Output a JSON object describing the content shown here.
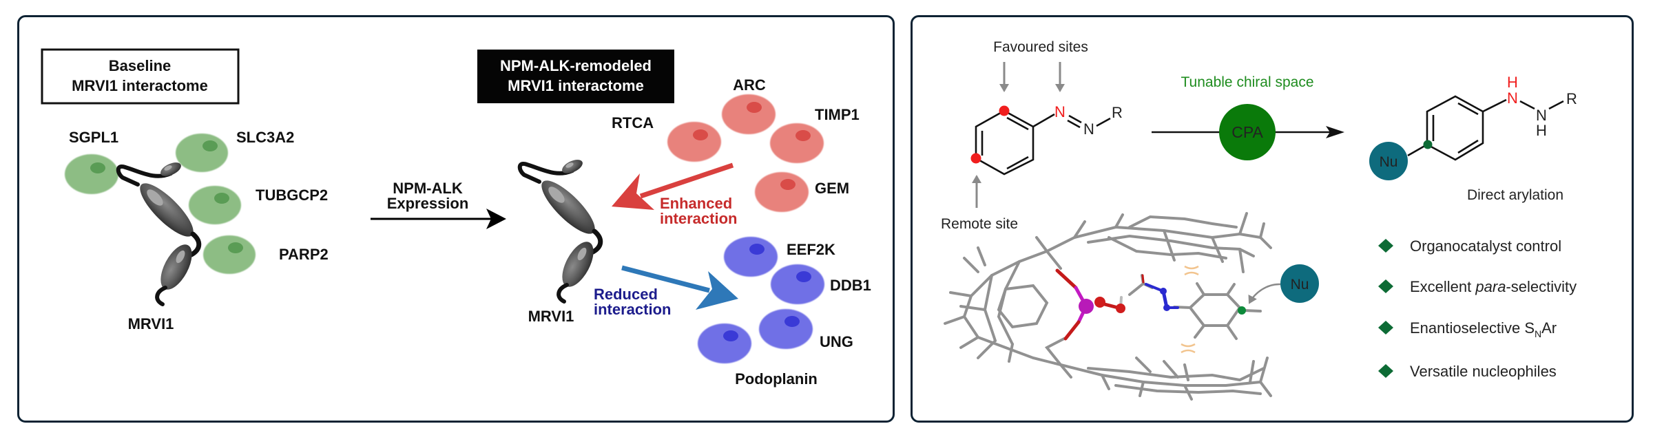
{
  "panels": {
    "left": {
      "baseline_box": {
        "line1": "Baseline",
        "line2": "MRVI1 interactome"
      },
      "remodeled_box": {
        "line1": "NPM-ALK-remodeled",
        "line2": "MRVI1 interactome"
      },
      "transition_arrow": {
        "line1": "NPM-ALK",
        "line2": "Expression"
      },
      "hub_protein_label": "MRVI1",
      "baseline_interactors": [
        "SGPL1",
        "SLC3A2",
        "TUBGCP2",
        "PARP2"
      ],
      "enhanced_interactors": [
        "ARC",
        "RTCA",
        "TIMP1",
        "GEM"
      ],
      "reduced_interactors": [
        "EEF2K",
        "DDB1",
        "UNG",
        "Podoplanin"
      ],
      "enhanced_label": {
        "line1": "Enhanced",
        "line2": "interaction"
      },
      "reduced_label": {
        "line1": "Reduced",
        "line2": "interaction"
      },
      "colors": {
        "baseline_fill": "#8dbd84",
        "baseline_nucleus": "#5a9c55",
        "enhanced_fill": "#e8827c",
        "enhanced_nucleus": "#d94c48",
        "reduced_fill": "#6f6fe6",
        "reduced_nucleus": "#3a3ad6",
        "enhanced_arrow": "#d9403e",
        "enhanced_text": "#c62a2a",
        "reduced_arrow": "#2e78b8",
        "reduced_text": "#1c1c8c",
        "protein_gray": "#5a5a5a"
      }
    },
    "right": {
      "favoured_sites_label": "Favoured sites",
      "remote_site_label": "Remote site",
      "reaction_condition": "Tunable chiral space",
      "catalyst_label": "CPA",
      "nucleophile_label": "Nu",
      "reactant_atoms": {
        "n1": "N",
        "n2": "N",
        "r": "R"
      },
      "product_atoms": {
        "n1": "N",
        "h1": "H",
        "n2": "N",
        "h2": "H",
        "r": "R"
      },
      "product_caption": "Direct arylation",
      "features": [
        {
          "text": "Organocatalyst control"
        },
        {
          "pre": "Excellent ",
          "italic": "para",
          "post": "-selectivity"
        },
        {
          "pre": "Enantioselective S",
          "sub": "N",
          "post": "Ar"
        },
        {
          "text": "Versatile nucleophiles"
        }
      ],
      "colors": {
        "highlight_red": "#f01e1e",
        "condition_green": "#1e8c1e",
        "catalyst_green": "#0a7a0a",
        "nucleophile_teal": "#0e6b7d",
        "bullet_green": "#0d6b35",
        "site_arrow_gray": "#8a8a8a"
      }
    }
  }
}
